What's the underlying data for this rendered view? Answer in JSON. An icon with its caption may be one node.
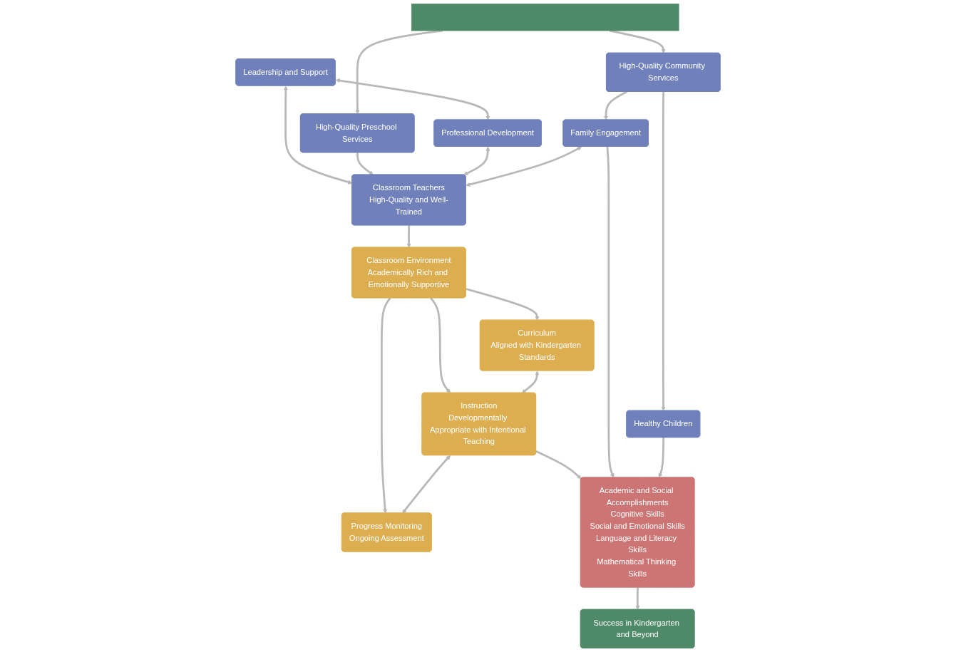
{
  "diagram": {
    "nodes": [
      {
        "text": [],
        "shape": "bar"
      },
      {
        "text": [
          "Leadership and Support"
        ]
      },
      {
        "text": [
          "High-Quality Preschool Services"
        ]
      },
      {
        "text": [
          "High-Quality Community Services"
        ]
      },
      {
        "text": [
          "Professional Development"
        ]
      },
      {
        "text": [
          "Classroom Teachers",
          "High-Quality and Well-Trained"
        ]
      },
      {
        "text": [
          "Family Engagement"
        ]
      },
      {
        "text": [
          "Healthy Children"
        ]
      },
      {
        "text": [
          "Classroom Environment",
          "Academically Rich and Emotionally Supportive"
        ]
      },
      {
        "text": [
          "Curriculum",
          "Aligned with Kindergarten Standards"
        ]
      },
      {
        "text": [
          "Instruction",
          "Developmentally Appropriate with Intentional Teaching"
        ]
      },
      {
        "text": [
          "Progress Monitoring",
          "Ongoing Assessment"
        ]
      },
      {
        "text": [
          "Academic and Social Accomplishments",
          "Cognitive Skills",
          "Social and Emotional Skills",
          "Language and Literacy Skills",
          "Mathematical Thinking Skills"
        ]
      },
      {
        "text": [
          "Success in Kindergarten and Beyond"
        ]
      }
    ],
    "edges": [
      {
        "from": 0,
        "to": 2,
        "arrow": "to"
      },
      {
        "from": 0,
        "to": 3,
        "arrow": "to"
      },
      {
        "from": 1,
        "to": 4,
        "arrow": "both"
      },
      {
        "from": 1,
        "to": 5,
        "arrow": "both"
      },
      {
        "from": 2,
        "to": 5,
        "arrow": "to"
      },
      {
        "from": 4,
        "to": 5,
        "arrow": "both"
      },
      {
        "from": 5,
        "to": 6,
        "arrow": "both"
      },
      {
        "from": 3,
        "to": 6,
        "arrow": "to"
      },
      {
        "from": 3,
        "to": 7,
        "arrow": "to"
      },
      {
        "from": 5,
        "to": 8,
        "arrow": "to"
      },
      {
        "from": 8,
        "to": 9,
        "arrow": "to"
      },
      {
        "from": 8,
        "to": 10,
        "arrow": "to"
      },
      {
        "from": 8,
        "to": 11,
        "arrow": "to"
      },
      {
        "from": 9,
        "to": 10,
        "arrow": "both"
      },
      {
        "from": 10,
        "to": 11,
        "arrow": "both"
      },
      {
        "from": 10,
        "to": 12,
        "arrow": "to"
      },
      {
        "from": 6,
        "to": 12,
        "arrow": "to"
      },
      {
        "from": 7,
        "to": 12,
        "arrow": "to"
      },
      {
        "from": 12,
        "to": 13,
        "arrow": "to"
      }
    ]
  }
}
